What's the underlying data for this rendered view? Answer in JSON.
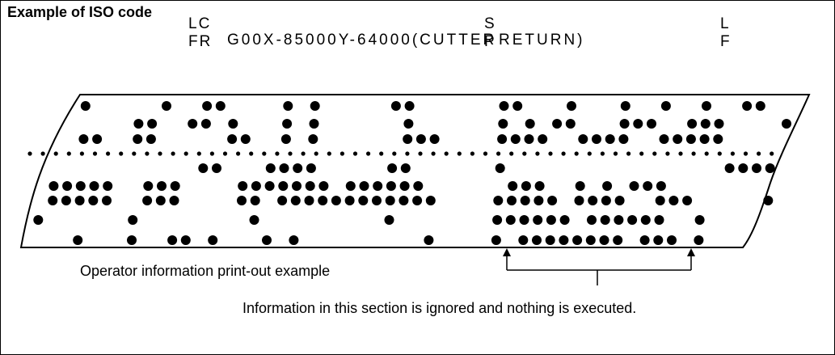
{
  "title": "Example of ISO code",
  "code": {
    "lead_top": "LC",
    "lead_bottom": "FR",
    "main": "G00X-85000Y-64000(CUTTER",
    "mid_top": "S",
    "mid_bottom": "P",
    "tail": "RETURN)",
    "end_top": "L",
    "end_bottom": "F"
  },
  "captions": {
    "operator": "Operator information print-out example",
    "ignored": "Information in this section is ignored and nothing is executed."
  },
  "tape": {
    "colors": {
      "ink": "#000000",
      "paper": "#ffffff"
    },
    "rows": [
      "...........................................................",
      "...........................................................",
      "...........................................................",
      "...........................................................",
      "...........................................................",
      "...........................................................",
      "...........................................................",
      "...........................................................",
      "..........................................................."
    ]
  }
}
